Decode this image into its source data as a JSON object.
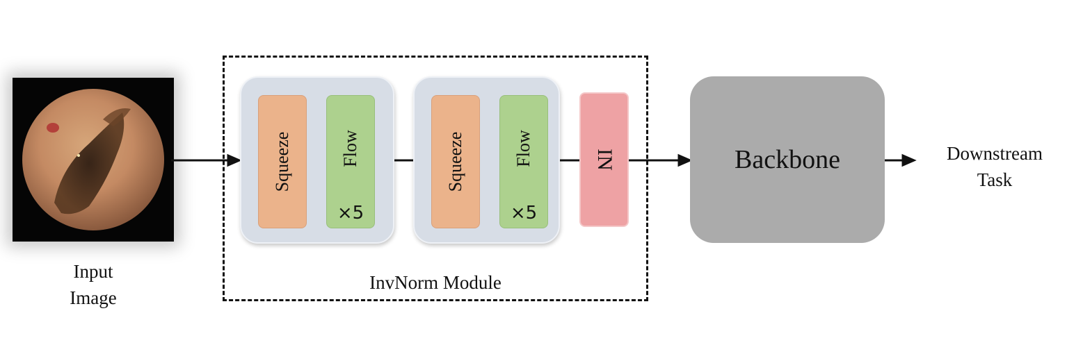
{
  "input": {
    "caption_line1": "Input",
    "caption_line2": "Image"
  },
  "module": {
    "caption": "InvNorm Module",
    "groups": [
      {
        "squeeze_label": "Squeeze",
        "flow_label": "Flow",
        "repeat_label": "×5"
      },
      {
        "squeeze_label": "Squeeze",
        "flow_label": "Flow",
        "repeat_label": "×5"
      }
    ],
    "in_label": "IN"
  },
  "backbone": {
    "label": "Backbone"
  },
  "output": {
    "caption_line1": "Downstream",
    "caption_line2": "Task"
  },
  "colors": {
    "squeeze": "#ebb38b",
    "flow": "#add18e",
    "in": "#eea2a4",
    "group": "#d7dde6",
    "backbone": "#ababab"
  }
}
